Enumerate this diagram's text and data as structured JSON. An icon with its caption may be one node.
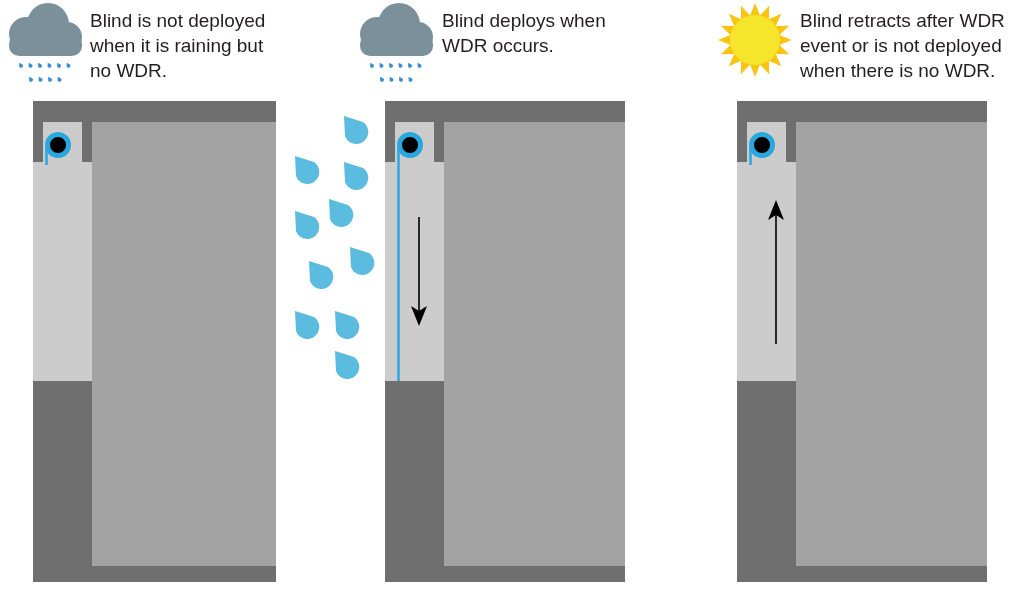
{
  "diagram": {
    "labels": [
      "Blind is not deployed when it is raining but no WDR.",
      "Blind deploys when WDR occurs.",
      "Blind retracts after WDR event or is not deployed when there is no WDR."
    ]
  }
}
